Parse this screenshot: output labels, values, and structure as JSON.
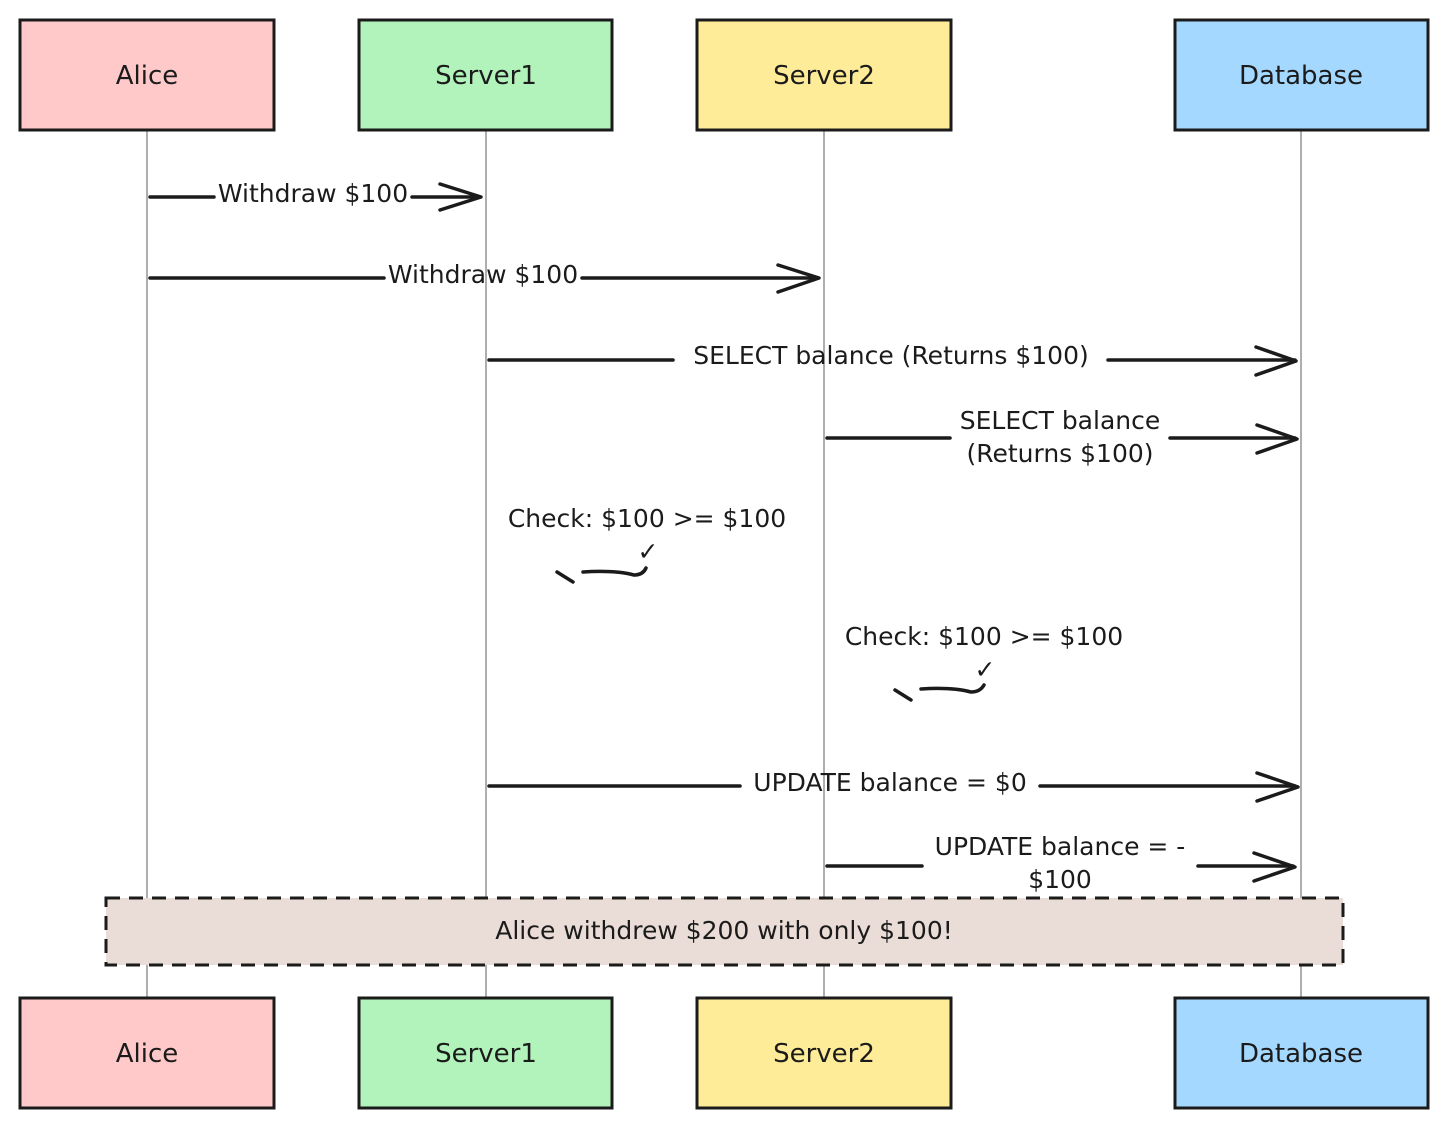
{
  "actors": [
    {
      "id": "alice",
      "label": "Alice",
      "color": "#ffc9c9"
    },
    {
      "id": "server1",
      "label": "Server1",
      "color": "#b2f2bb"
    },
    {
      "id": "server2",
      "label": "Server2",
      "color": "#ffec99"
    },
    {
      "id": "database",
      "label": "Database",
      "color": "#a5d8ff"
    }
  ],
  "messages": [
    {
      "from": "alice",
      "to": "server1",
      "lines": [
        "Withdraw $100"
      ]
    },
    {
      "from": "alice",
      "to": "server2",
      "lines": [
        "Withdraw $100"
      ]
    },
    {
      "from": "server1",
      "to": "database",
      "lines": [
        "SELECT balance (Returns $100)"
      ]
    },
    {
      "from": "server2",
      "to": "database",
      "lines": [
        "SELECT balance",
        "(Returns $100)"
      ]
    },
    {
      "from": "server1",
      "to": "server1",
      "lines": [
        "Check: $100 >= $100",
        "✓"
      ],
      "self": true
    },
    {
      "from": "server2",
      "to": "server2",
      "lines": [
        "Check: $100 >= $100",
        "✓"
      ],
      "self": true
    },
    {
      "from": "server1",
      "to": "database",
      "lines": [
        "UPDATE balance = $0"
      ]
    },
    {
      "from": "server2",
      "to": "database",
      "lines": [
        "UPDATE balance = -",
        "$100"
      ]
    }
  ],
  "note": {
    "text": "Alice withdrew $200 with only $100!",
    "color": "#eaddd7"
  }
}
